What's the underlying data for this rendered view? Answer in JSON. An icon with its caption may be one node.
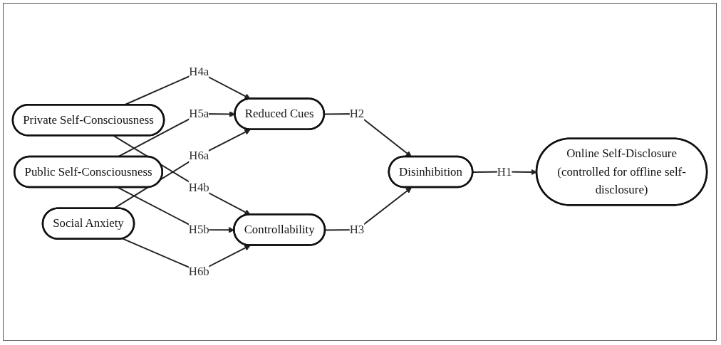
{
  "diagram": {
    "nodes": [
      {
        "text": [
          "Private Self-Consciousness"
        ]
      },
      {
        "text": [
          "Public Self-Consciousness"
        ]
      },
      {
        "text": [
          "Social Anxiety"
        ]
      },
      {
        "text": [
          "Reduced Cues"
        ]
      },
      {
        "text": [
          "Controllability"
        ]
      },
      {
        "text": [
          "Disinhibition"
        ]
      },
      {
        "text": [
          "Online Self-Disclosure",
          "(controlled for offline self-disclosure)"
        ]
      }
    ],
    "edges": [
      {
        "from": 0,
        "to": 3,
        "arrow": "to",
        "label": "H4a"
      },
      {
        "from": 0,
        "to": 4,
        "arrow": "to",
        "label": "H4b"
      },
      {
        "from": 1,
        "to": 3,
        "arrow": "to",
        "label": "H5a"
      },
      {
        "from": 1,
        "to": 4,
        "arrow": "to",
        "label": "H5b"
      },
      {
        "from": 2,
        "to": 3,
        "arrow": "to",
        "label": "H6a"
      },
      {
        "from": 2,
        "to": 4,
        "arrow": "to",
        "label": "H6b"
      },
      {
        "from": 3,
        "to": 5,
        "arrow": "to",
        "label": "H2"
      },
      {
        "from": 4,
        "to": 5,
        "arrow": "to",
        "label": "H3"
      },
      {
        "from": 5,
        "to": 6,
        "arrow": "to",
        "label": "H1"
      }
    ]
  }
}
